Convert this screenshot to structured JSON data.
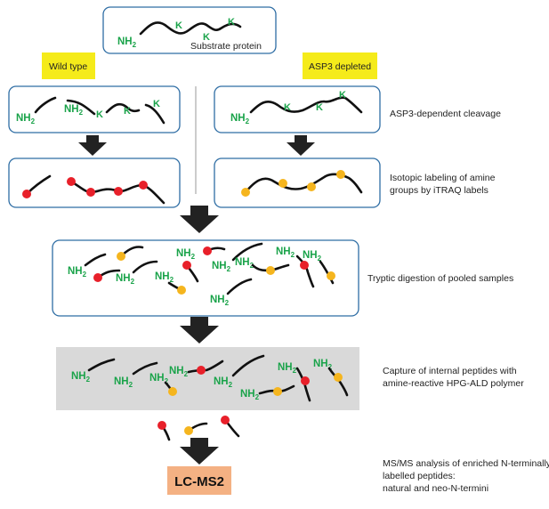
{
  "substrate_label": "Substrate protein",
  "amine_label": "NH",
  "amine_sub": "2",
  "lysine_label": "K",
  "tags": {
    "wild_type": "Wild type",
    "asp3_depleted": "ASP3 depleted"
  },
  "steps": {
    "cleavage": "ASP3-dependent cleavage",
    "labeling_line1": "Isotopic labeling of amine",
    "labeling_line2": "groups by iTRAQ labels",
    "digestion": "Tryptic digestion of pooled samples",
    "capture_line1": "Capture of internal peptides with",
    "capture_line2": "amine-reactive HPG-ALD polymer",
    "msms_line1": "MS/MS analysis of enriched N-terminally",
    "msms_line2": "labelled peptides:",
    "msms_line3": "natural and neo-N-termini"
  },
  "instrument": "LC-MS2",
  "colors": {
    "box_border": "#2e6da4",
    "tag_fill": "#f5eb1a",
    "amine_green": "#1aa34a",
    "label_red": "#e8202a",
    "label_yellow": "#f5b51e",
    "capture_grey": "#d9d9d9",
    "lcms_orange": "#f4b183"
  }
}
